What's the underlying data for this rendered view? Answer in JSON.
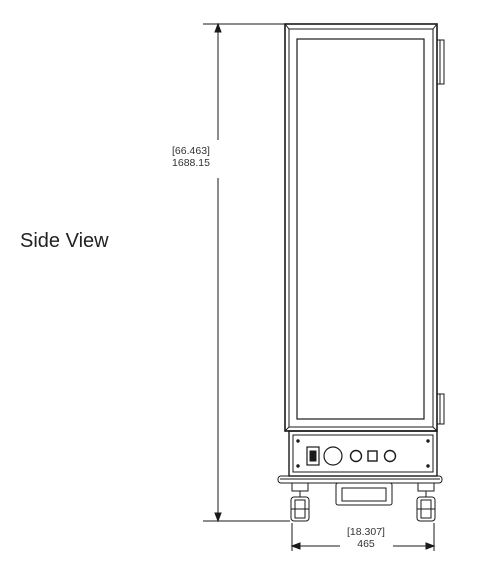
{
  "view_label": "Side View",
  "dimensions": {
    "height": {
      "inches": "[66.463]",
      "mm": "1688.15"
    },
    "width": {
      "inches": "[18.307]",
      "mm": "465"
    }
  },
  "line_color": "#1a1a1a"
}
